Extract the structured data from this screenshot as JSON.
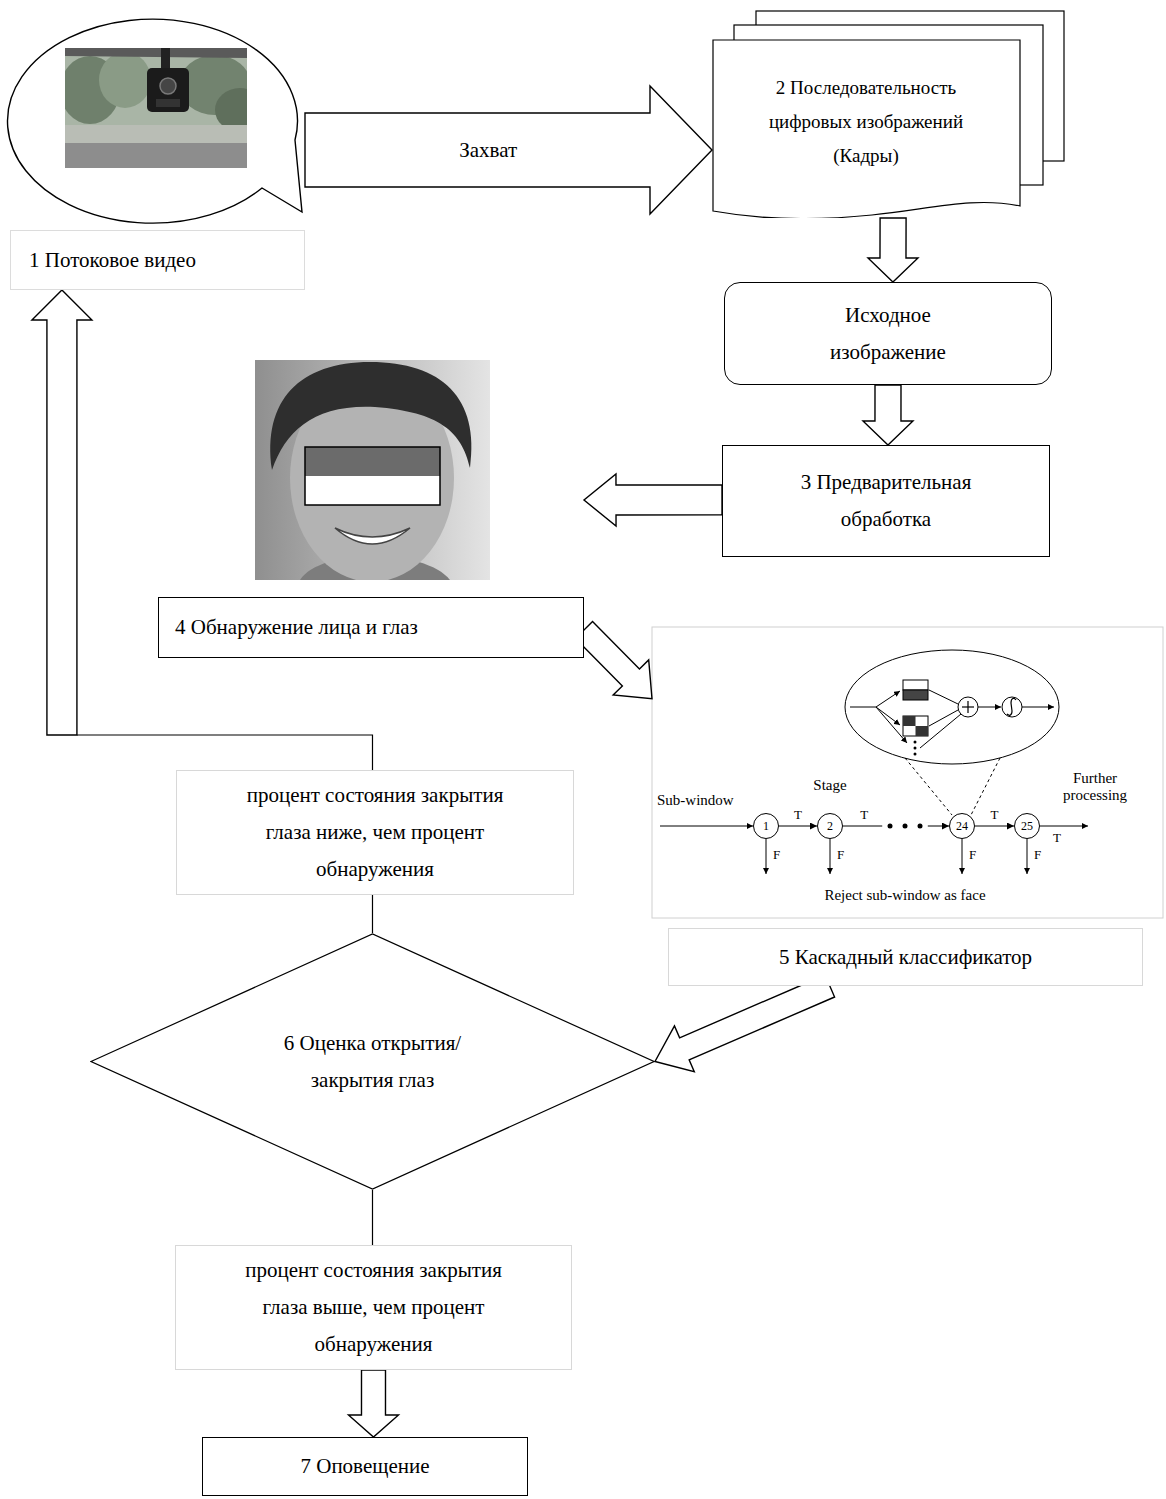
{
  "diagram": {
    "nodes": [
      {
        "text": [
          "1 Потоковое видео"
        ]
      },
      {
        "text": [
          "2 Последовательность цифровых изображений (Кадры)"
        ]
      },
      {
        "text": [
          "Исходное изображение"
        ]
      },
      {
        "text": [
          "3 Предварительная обработка"
        ]
      },
      {
        "text": [
          "4 Обнаружение лица и глаз"
        ]
      },
      {
        "text": [
          "5 Каскадный классификатор"
        ]
      },
      {
        "text": [
          "1"
        ],
        "in": 5
      },
      {
        "text": [
          "2"
        ],
        "in": 5
      },
      {
        "text": [
          "24"
        ],
        "in": 5
      },
      {
        "text": [
          "25"
        ],
        "in": 5
      },
      {
        "text": [
          "6 Оценка открытия/закрытия глаз"
        ]
      },
      {
        "text": [
          "процент состояния закрытия глаза ниже, чем процент обнаружения"
        ]
      },
      {
        "text": [
          "процент состояния закрытия глаза выше, чем процент обнаружения"
        ]
      },
      {
        "text": [
          "7 Оповещение"
        ]
      }
    ],
    "edges": [
      {
        "from": 0,
        "to": 1,
        "label": "Захват",
        "arrow": "to"
      },
      {
        "from": 1,
        "to": 2,
        "arrow": "to"
      },
      {
        "from": 2,
        "to": 3,
        "arrow": "to"
      },
      {
        "from": 3,
        "to": 4,
        "arrow": "to"
      },
      {
        "from": 4,
        "to": 5,
        "arrow": "to"
      },
      {
        "from": 6,
        "to": 7,
        "label": "T",
        "arrow": "to"
      },
      {
        "from": 7,
        "to": 8,
        "label": "T",
        "arrow": "to"
      },
      {
        "from": 8,
        "to": 9,
        "label": "T",
        "arrow": "to"
      },
      {
        "from": 5,
        "to": 10,
        "arrow": "to"
      },
      {
        "from": 10,
        "to": 11,
        "arrow": "none"
      },
      {
        "from": 11,
        "to": 0,
        "arrow": "to"
      },
      {
        "from": 10,
        "to": 12,
        "arrow": "none"
      },
      {
        "from": 12,
        "to": 13,
        "arrow": "to"
      }
    ],
    "labels": [
      "Sub-window",
      "Stage",
      "T",
      "F",
      "F",
      "F",
      "F",
      "Further processing",
      "Reject sub-window as face"
    ]
  }
}
